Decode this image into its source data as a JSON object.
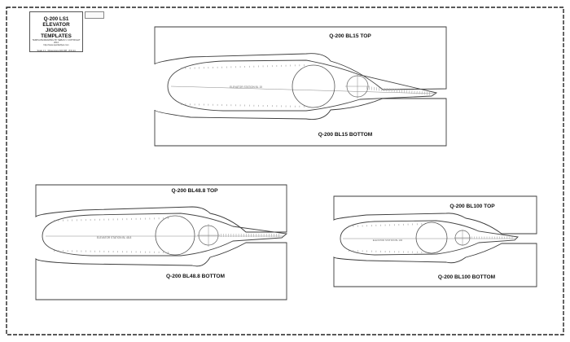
{
  "title_block": {
    "line1": "Q-200 LS1 ELEVATOR",
    "line2": "JIGGING TEMPLATES",
    "copyright": "TEMPLATE/DRAWING BY SEBAS © COPYRIGHT 2014",
    "url": "http://www.quickieflyer.com",
    "scale": "Scale 1:1 - Dimensions 400 DPI - 8.5×14"
  },
  "templates": [
    {
      "id": "bl15",
      "top_label": "Q-200 BL15 TOP",
      "bottom_label": "Q-200 BL15 BOTTOM",
      "station_text": "ELEVATOR STATION BL 15"
    },
    {
      "id": "bl48",
      "top_label": "Q-200 BL48.8 TOP",
      "bottom_label": "Q-200 BL48.8 BOTTOM",
      "station_text": "ELEVATOR STATION BL 48.8"
    },
    {
      "id": "bl100",
      "top_label": "Q-200 BL100 TOP",
      "bottom_label": "Q-200 BL100 BOTTOM",
      "station_text": "ELEVATOR STATION BL 100"
    }
  ],
  "colors": {
    "outline": "#3a3a3a",
    "border": "#222222",
    "fine": "#9a9a9a"
  }
}
